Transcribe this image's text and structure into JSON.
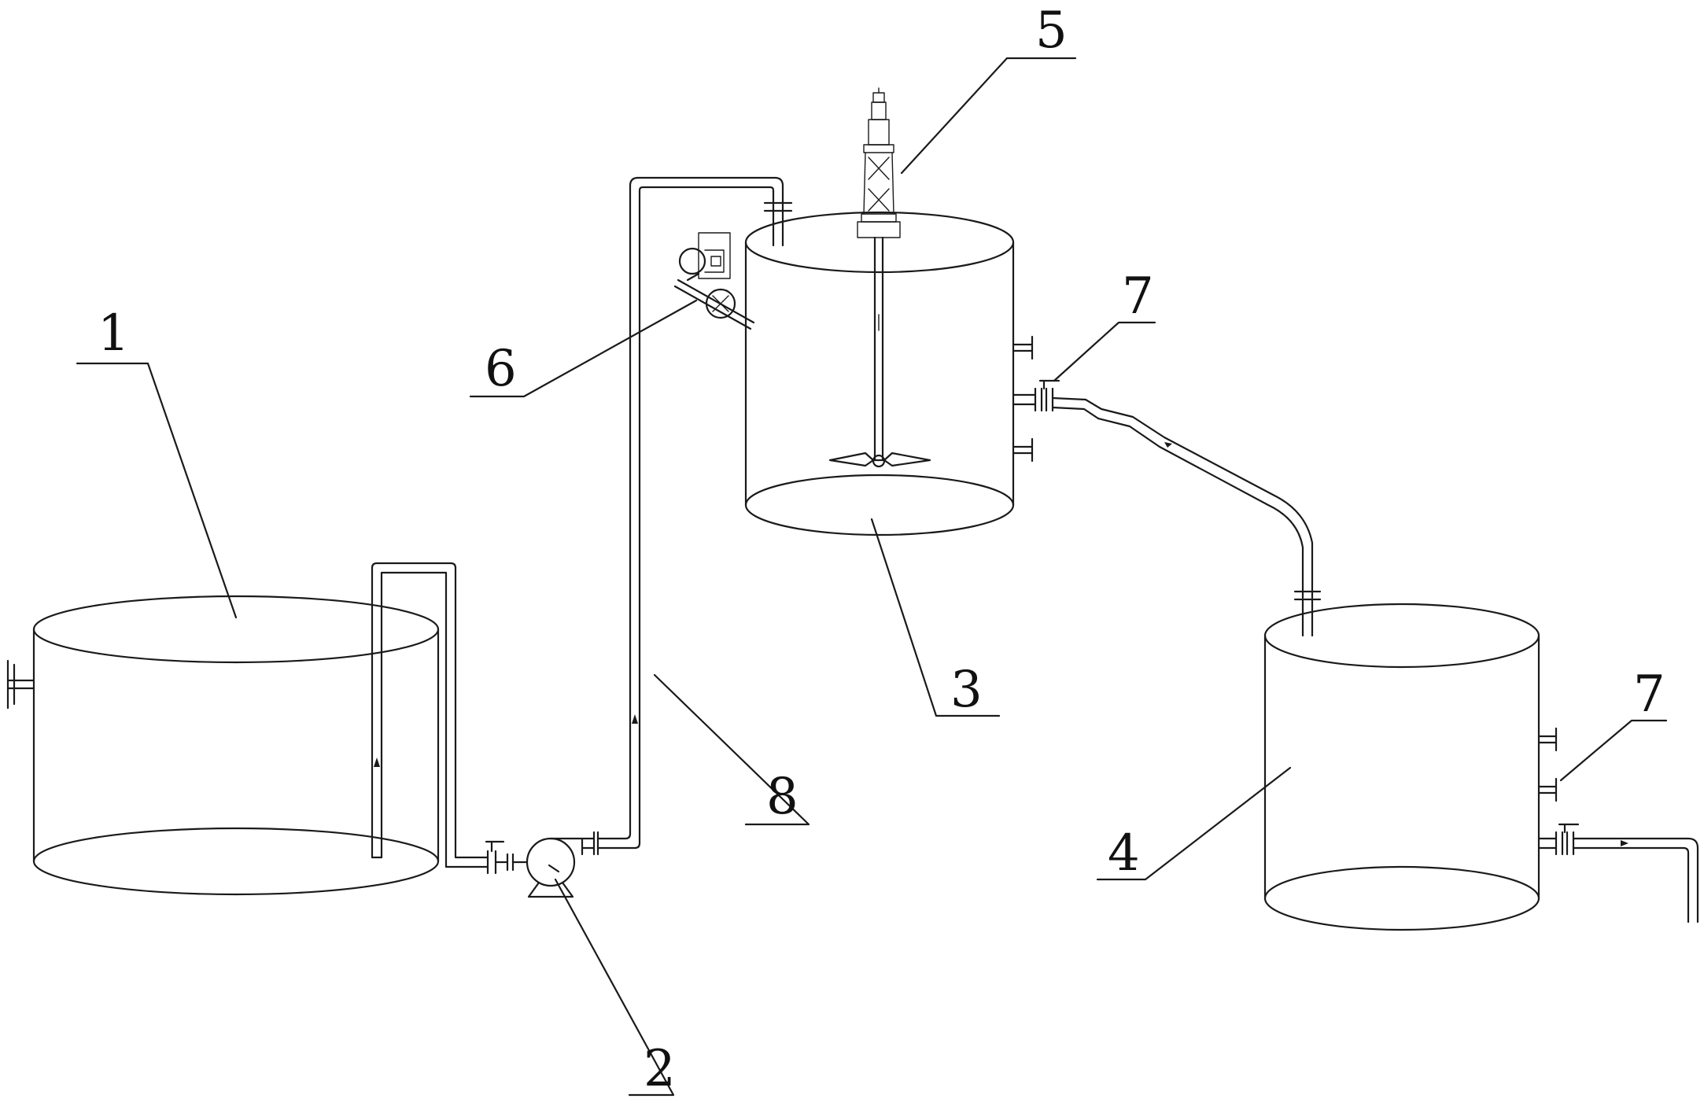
{
  "labels": {
    "tank1": "1",
    "pump": "2",
    "mix_tank": "3",
    "product_tank": "4",
    "agitator": "5",
    "dosing_unit": "6",
    "valve_upper": "7",
    "valve_lower": "7",
    "pipeline": "8"
  },
  "colors": {
    "line": "#1a1a1a",
    "background": "#ffffff"
  }
}
